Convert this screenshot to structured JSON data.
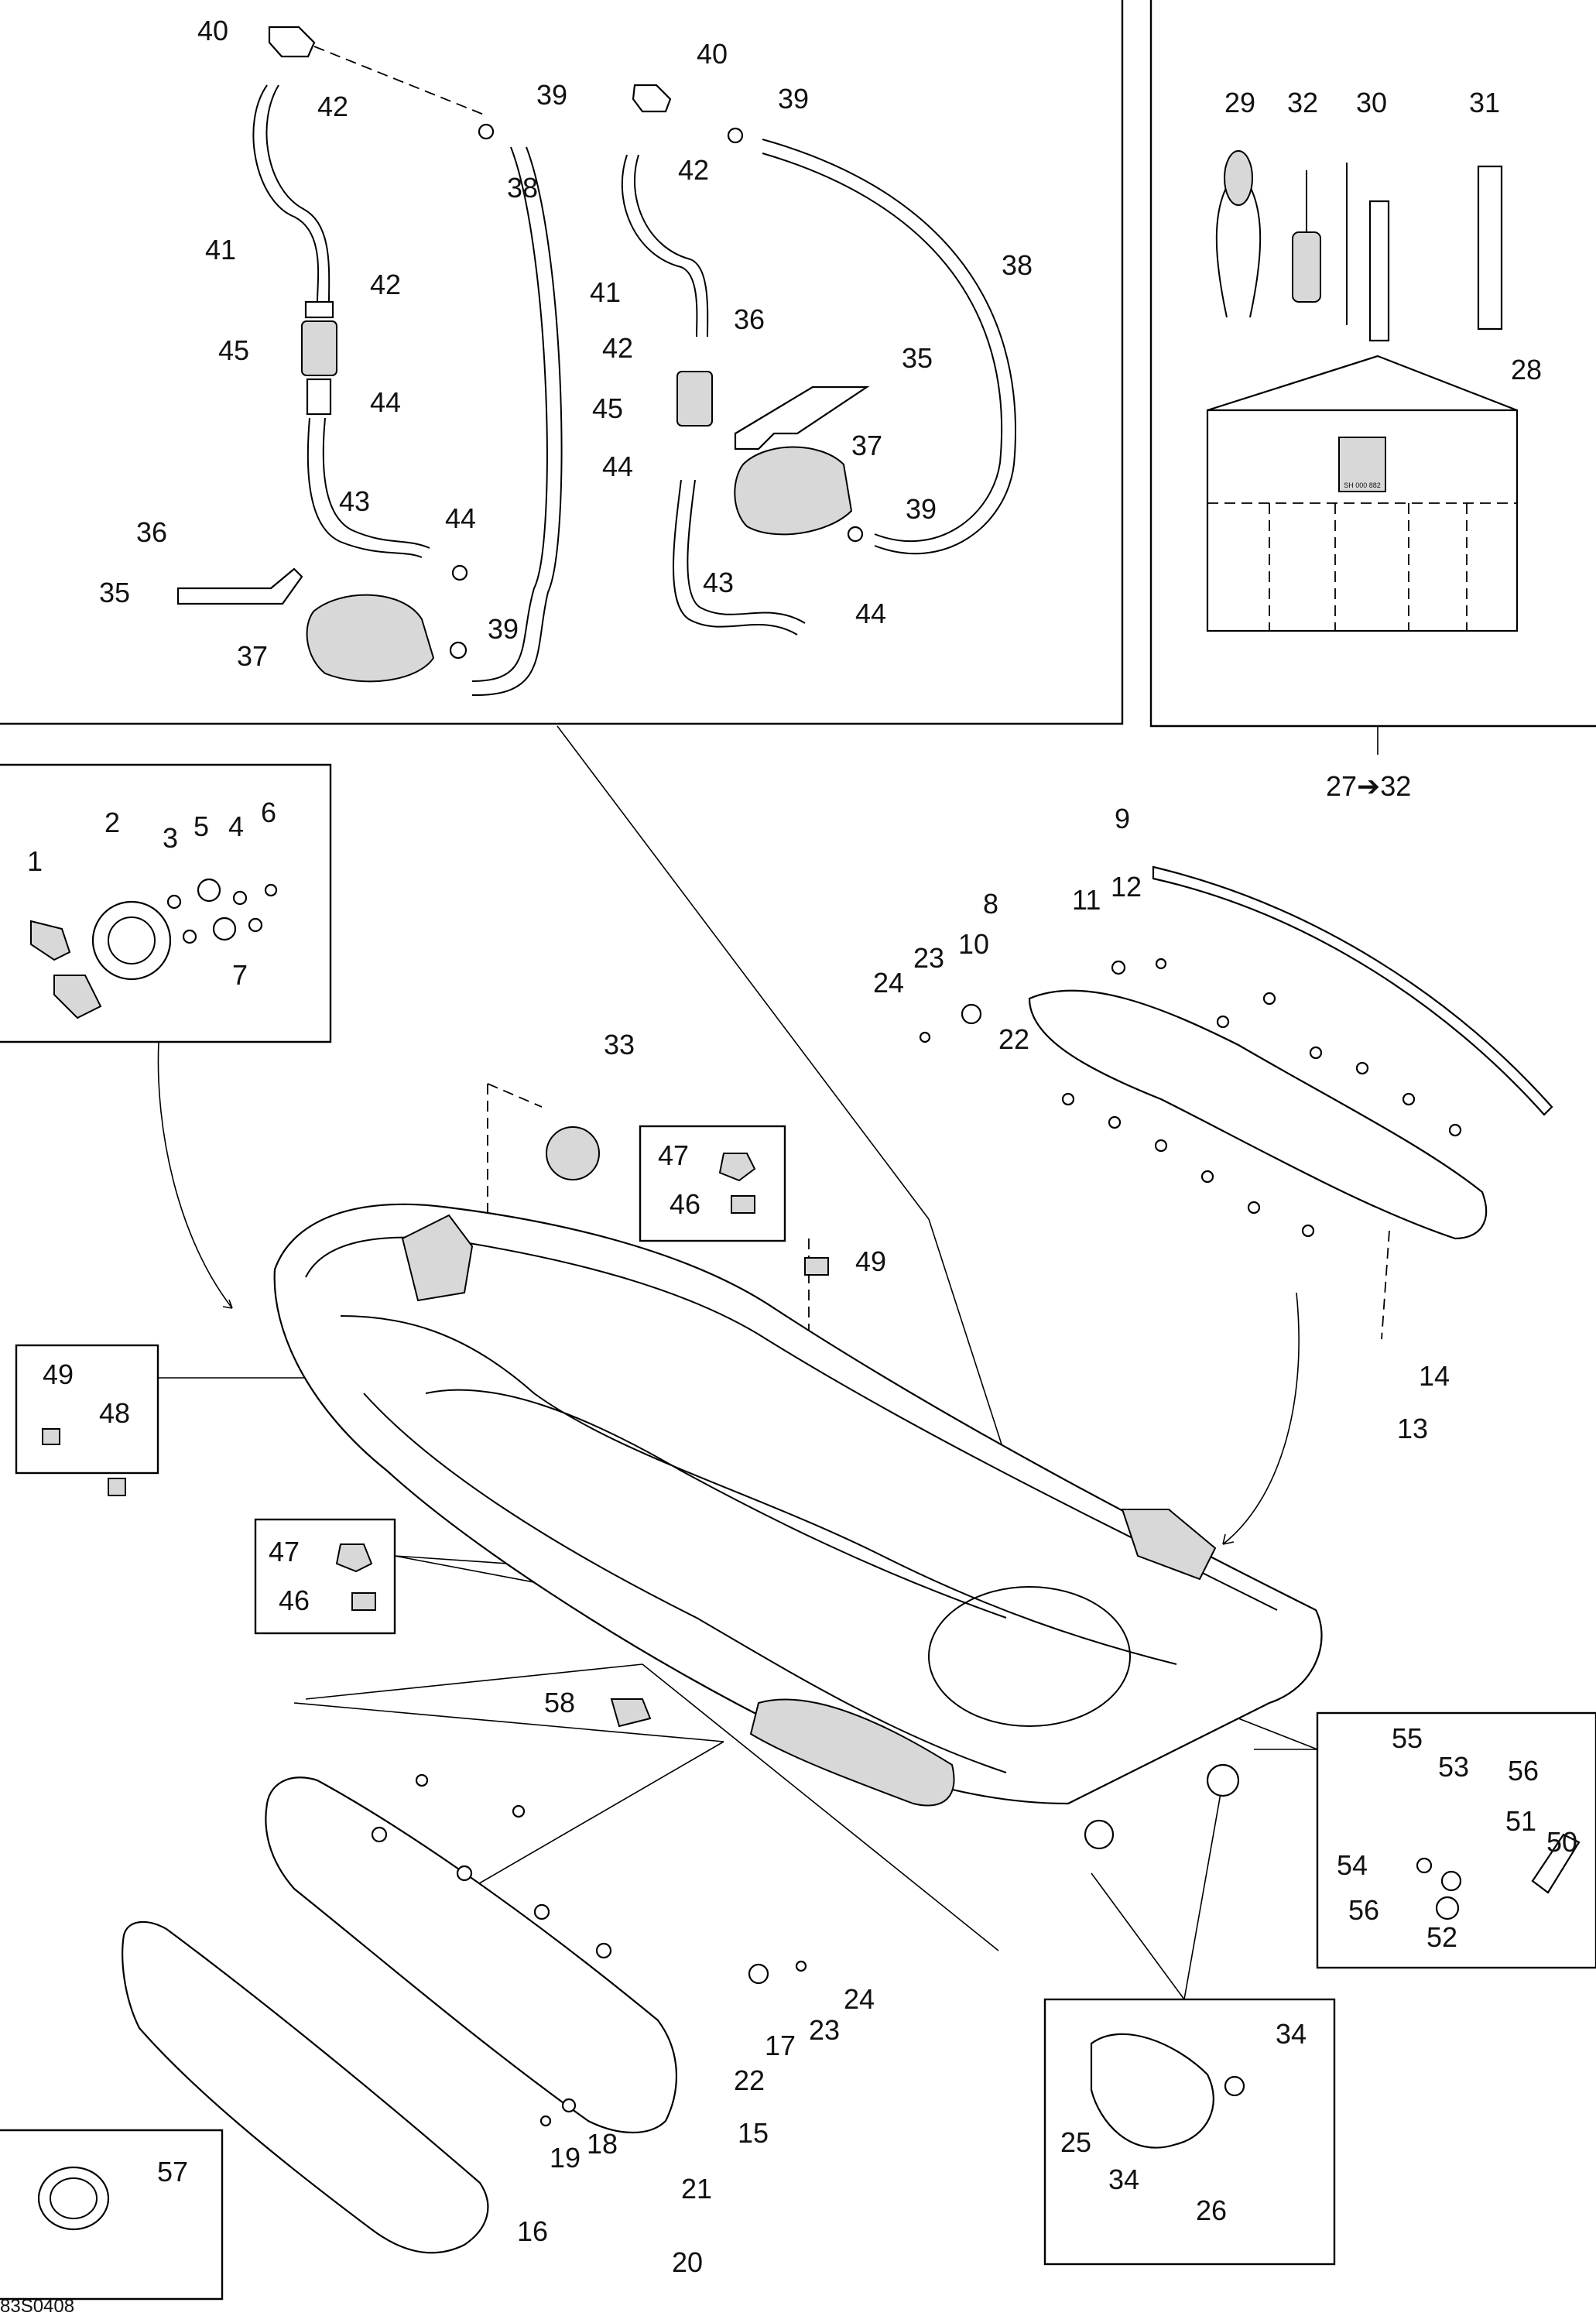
{
  "diagram": {
    "reference_code": "83S0408",
    "kit_range": "27➔32",
    "callouts": [
      {
        "id": "c40a",
        "text": "40"
      },
      {
        "id": "c42a",
        "text": "42"
      },
      {
        "id": "c39a",
        "text": "39"
      },
      {
        "id": "c38a",
        "text": "38"
      },
      {
        "id": "c41a",
        "text": "41"
      },
      {
        "id": "c42b",
        "text": "42"
      },
      {
        "id": "c45a",
        "text": "45"
      },
      {
        "id": "c44a",
        "text": "44"
      },
      {
        "id": "c43a",
        "text": "43"
      },
      {
        "id": "c44b",
        "text": "44"
      },
      {
        "id": "c36a",
        "text": "36"
      },
      {
        "id": "c35a",
        "text": "35"
      },
      {
        "id": "c37a",
        "text": "37"
      },
      {
        "id": "c39b",
        "text": "39"
      },
      {
        "id": "c40b",
        "text": "40"
      },
      {
        "id": "c39c",
        "text": "39"
      },
      {
        "id": "c42c",
        "text": "42"
      },
      {
        "id": "c38b",
        "text": "38"
      },
      {
        "id": "c41b",
        "text": "41"
      },
      {
        "id": "c36b",
        "text": "36"
      },
      {
        "id": "c42d",
        "text": "42"
      },
      {
        "id": "c35b",
        "text": "35"
      },
      {
        "id": "c45b",
        "text": "45"
      },
      {
        "id": "c37b",
        "text": "37"
      },
      {
        "id": "c44c",
        "text": "44"
      },
      {
        "id": "c39d",
        "text": "39"
      },
      {
        "id": "c43b",
        "text": "43"
      },
      {
        "id": "c44d",
        "text": "44"
      },
      {
        "id": "c29",
        "text": "29"
      },
      {
        "id": "c32",
        "text": "32"
      },
      {
        "id": "c30",
        "text": "30"
      },
      {
        "id": "c31",
        "text": "31"
      },
      {
        "id": "c28",
        "text": "28"
      },
      {
        "id": "c1",
        "text": "1"
      },
      {
        "id": "c2",
        "text": "2"
      },
      {
        "id": "c3",
        "text": "3"
      },
      {
        "id": "c5",
        "text": "5"
      },
      {
        "id": "c4",
        "text": "4"
      },
      {
        "id": "c6",
        "text": "6"
      },
      {
        "id": "c7",
        "text": "7"
      },
      {
        "id": "c9",
        "text": "9"
      },
      {
        "id": "c8",
        "text": "8"
      },
      {
        "id": "c11",
        "text": "11"
      },
      {
        "id": "c12",
        "text": "12"
      },
      {
        "id": "c23a",
        "text": "23"
      },
      {
        "id": "c10",
        "text": "10"
      },
      {
        "id": "c24a",
        "text": "24"
      },
      {
        "id": "c22a",
        "text": "22"
      },
      {
        "id": "c14",
        "text": "14"
      },
      {
        "id": "c13",
        "text": "13"
      },
      {
        "id": "c33",
        "text": "33"
      },
      {
        "id": "c47a",
        "text": "47"
      },
      {
        "id": "c46a",
        "text": "46"
      },
      {
        "id": "c49a",
        "text": "49"
      },
      {
        "id": "c49b",
        "text": "49"
      },
      {
        "id": "c48",
        "text": "48"
      },
      {
        "id": "c47b",
        "text": "47"
      },
      {
        "id": "c46b",
        "text": "46"
      },
      {
        "id": "c58",
        "text": "58"
      },
      {
        "id": "c55",
        "text": "55"
      },
      {
        "id": "c53",
        "text": "53"
      },
      {
        "id": "c56a",
        "text": "56"
      },
      {
        "id": "c54",
        "text": "54"
      },
      {
        "id": "c51",
        "text": "51"
      },
      {
        "id": "c50",
        "text": "50"
      },
      {
        "id": "c56b",
        "text": "56"
      },
      {
        "id": "c52",
        "text": "52"
      },
      {
        "id": "c24b",
        "text": "24"
      },
      {
        "id": "c23b",
        "text": "23"
      },
      {
        "id": "c17",
        "text": "17"
      },
      {
        "id": "c22b",
        "text": "22"
      },
      {
        "id": "c15",
        "text": "15"
      },
      {
        "id": "c18",
        "text": "18"
      },
      {
        "id": "c19",
        "text": "19"
      },
      {
        "id": "c21",
        "text": "21"
      },
      {
        "id": "c16",
        "text": "16"
      },
      {
        "id": "c20",
        "text": "20"
      },
      {
        "id": "c57",
        "text": "57"
      },
      {
        "id": "c34a",
        "text": "34"
      },
      {
        "id": "c25",
        "text": "25"
      },
      {
        "id": "c34b",
        "text": "34"
      },
      {
        "id": "c26",
        "text": "26"
      }
    ],
    "tool_kit_label": "SH 000 882"
  }
}
